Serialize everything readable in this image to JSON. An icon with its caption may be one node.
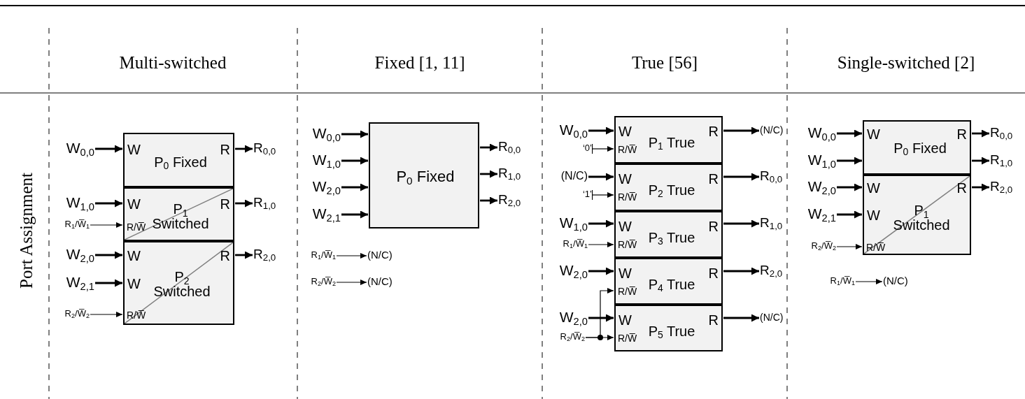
{
  "diagram": {
    "nodes": [
      {
        "text": [
          "W",
          "P$_{0}$ Fixed",
          "R"
        ]
      },
      {
        "text": [
          "W",
          "P$_{1}$ Switched",
          "R",
          "R/W̅"
        ]
      },
      {
        "text": [
          "W",
          "W",
          "P$_{2}$ Switched",
          "R",
          "R/W̅"
        ]
      },
      {
        "text": [
          "W$_{0,0}$"
        ]
      },
      {
        "text": [
          "W$_{1,0}$"
        ]
      },
      {
        "text": [
          "R$_{1}$/W̅$_{1}$"
        ]
      },
      {
        "text": [
          "W$_{2,0}$"
        ]
      },
      {
        "text": [
          "W$_{2,1}$"
        ]
      },
      {
        "text": [
          "R$_{2}$/W̅$_{2}$"
        ]
      },
      {
        "text": [
          "R$_{0,0}$"
        ]
      },
      {
        "text": [
          "R$_{1,0}$"
        ]
      },
      {
        "text": [
          "R$_{2,0}$"
        ]
      },
      {
        "text": [
          "P$_{0}$ Fixed"
        ]
      },
      {
        "text": [
          "W$_{0,0}$"
        ]
      },
      {
        "text": [
          "W$_{1,0}$"
        ]
      },
      {
        "text": [
          "W$_{2,0}$"
        ]
      },
      {
        "text": [
          "W$_{2,1}$"
        ]
      },
      {
        "text": [
          "R$_{0,0}$"
        ]
      },
      {
        "text": [
          "R$_{1,0}$"
        ]
      },
      {
        "text": [
          "R$_{2,0}$"
        ]
      },
      {
        "text": [
          "R$_{1}$/W̅$_{1}$"
        ]
      },
      {
        "text": [
          "(N/C)"
        ]
      },
      {
        "text": [
          "R$_{2}$/W̅$_{2}$"
        ]
      },
      {
        "text": [
          "(N/C)"
        ]
      },
      {
        "text": [
          "W",
          "P$_{1}$ True",
          "R",
          "R/W̅"
        ]
      },
      {
        "text": [
          "W",
          "P$_{2}$ True",
          "R",
          "R/W̅"
        ]
      },
      {
        "text": [
          "W",
          "P$_{3}$ True",
          "R",
          "R/W̅"
        ]
      },
      {
        "text": [
          "W",
          "P$_{4}$ True",
          "R",
          "R/W̅"
        ]
      },
      {
        "text": [
          "W",
          "P$_{5}$ True",
          "R",
          "R/W̅"
        ]
      },
      {
        "text": [
          "W$_{0,0}$"
        ]
      },
      {
        "text": [
          "‘0’"
        ]
      },
      {
        "text": [
          "(N/C)"
        ]
      },
      {
        "text": [
          "‘1’"
        ]
      },
      {
        "text": [
          "W$_{1,0}$"
        ]
      },
      {
        "text": [
          "R$_{1}$/W̅$_{1}$"
        ]
      },
      {
        "text": [
          "W$_{2,0}$"
        ]
      },
      {
        "text": [
          "W$_{2,0}$"
        ]
      },
      {
        "text": [
          "R$_{2}$/W̅$_{2}$"
        ]
      },
      {
        "text": [
          "(N/C)"
        ]
      },
      {
        "text": [
          "R$_{0,0}$"
        ]
      },
      {
        "text": [
          "R$_{1,0}$"
        ]
      },
      {
        "text": [
          "R$_{2,0}$"
        ]
      },
      {
        "text": [
          "(N/C)"
        ]
      },
      {
        "text": [
          "W",
          "P$_{0}$ Fixed",
          "R"
        ]
      },
      {
        "text": [
          "W",
          "R",
          "W",
          "P$_{1}$ Switched",
          "R/W̅"
        ]
      },
      {
        "text": [
          "W$_{0,0}$"
        ]
      },
      {
        "text": [
          "W$_{1,0}$"
        ]
      },
      {
        "text": [
          "W$_{2,0}$"
        ]
      },
      {
        "text": [
          "W$_{2,1}$"
        ]
      },
      {
        "text": [
          "R$_{2}$/W̅$_{2}$"
        ]
      },
      {
        "text": [
          "R$_{0,0}$"
        ]
      },
      {
        "text": [
          "R$_{1,0}$"
        ]
      },
      {
        "text": [
          "R$_{2,0}$"
        ]
      },
      {
        "text": [
          "R$_{1}$/W̅$_{1}$"
        ]
      },
      {
        "text": [
          "(N/C)"
        ]
      }
    ],
    "edges": [
      {
        "from": 3,
        "to": 0,
        "arrow": "to"
      },
      {
        "from": 0,
        "to": 9,
        "arrow": "to"
      },
      {
        "from": 4,
        "to": 1,
        "arrow": "to"
      },
      {
        "from": 1,
        "to": 10,
        "arrow": "to"
      },
      {
        "from": 5,
        "to": 1,
        "arrow": "to"
      },
      {
        "from": 6,
        "to": 2,
        "arrow": "to"
      },
      {
        "from": 7,
        "to": 2,
        "arrow": "to"
      },
      {
        "from": 2,
        "to": 11,
        "arrow": "to"
      },
      {
        "from": 8,
        "to": 2,
        "arrow": "to"
      },
      {
        "from": 13,
        "to": 12,
        "arrow": "to"
      },
      {
        "from": 14,
        "to": 12,
        "arrow": "to"
      },
      {
        "from": 15,
        "to": 12,
        "arrow": "to"
      },
      {
        "from": 16,
        "to": 12,
        "arrow": "to"
      },
      {
        "from": 12,
        "to": 17,
        "arrow": "to"
      },
      {
        "from": 12,
        "to": 18,
        "arrow": "to"
      },
      {
        "from": 12,
        "to": 19,
        "arrow": "to"
      },
      {
        "from": 20,
        "to": 21,
        "arrow": "to"
      },
      {
        "from": 22,
        "to": 23,
        "arrow": "to"
      },
      {
        "from": 29,
        "to": 24,
        "arrow": "to"
      },
      {
        "from": 30,
        "to": 24,
        "arrow": "to"
      },
      {
        "from": 24,
        "to": 38,
        "arrow": "to"
      },
      {
        "from": 31,
        "to": 25,
        "arrow": "to"
      },
      {
        "from": 32,
        "to": 25,
        "arrow": "to"
      },
      {
        "from": 25,
        "to": 39,
        "arrow": "to"
      },
      {
        "from": 33,
        "to": 26,
        "arrow": "to"
      },
      {
        "from": 34,
        "to": 26,
        "arrow": "to"
      },
      {
        "from": 26,
        "to": 40,
        "arrow": "to"
      },
      {
        "from": 35,
        "to": 27,
        "arrow": "to"
      },
      {
        "from": 37,
        "to": 27,
        "arrow": "to"
      },
      {
        "from": 27,
        "to": 41,
        "arrow": "to"
      },
      {
        "from": 36,
        "to": 28,
        "arrow": "to"
      },
      {
        "from": 37,
        "to": 28,
        "arrow": "to"
      },
      {
        "from": 28,
        "to": 42,
        "arrow": "to"
      },
      {
        "from": 45,
        "to": 43,
        "arrow": "to"
      },
      {
        "from": 46,
        "to": 43,
        "arrow": "to"
      },
      {
        "from": 43,
        "to": 50,
        "arrow": "to"
      },
      {
        "from": 43,
        "to": 51,
        "arrow": "to"
      },
      {
        "from": 47,
        "to": 44,
        "arrow": "to"
      },
      {
        "from": 48,
        "to": 44,
        "arrow": "to"
      },
      {
        "from": 44,
        "to": 52,
        "arrow": "to"
      },
      {
        "from": 49,
        "to": 44,
        "arrow": "to"
      },
      {
        "from": 53,
        "to": 54,
        "arrow": "to"
      }
    ],
    "labels": [
      "Multi-switched",
      "Fixed [1, 11]",
      "True [56]",
      "Single-switched [2]",
      "Port Assignment"
    ]
  }
}
